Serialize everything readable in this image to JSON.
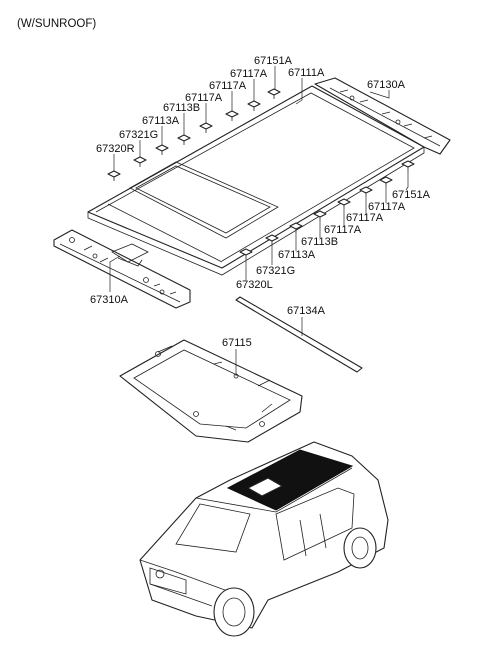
{
  "title": "(W/SUNROOF)",
  "labels": {
    "p67151A_a": "67151A",
    "p67117A_a": "67117A",
    "p67111A": "67111A",
    "p67117A_b": "67117A",
    "p67117A_c": "67117A",
    "p67113B_a": "67113B",
    "p67113A_a": "67113A",
    "p67321G_a": "67321G",
    "p67320R": "67320R",
    "p67130A": "67130A",
    "p67151A_b": "67151A",
    "p67117A_d": "67117A",
    "p67117A_e": "67117A",
    "p67117A_f": "67117A",
    "p67113B_b": "67113B",
    "p67113A_b": "67113A",
    "p67321G_b": "67321G",
    "p67320L": "67320L",
    "p67310A": "67310A",
    "p67134A": "67134A",
    "p67115": "67115"
  }
}
